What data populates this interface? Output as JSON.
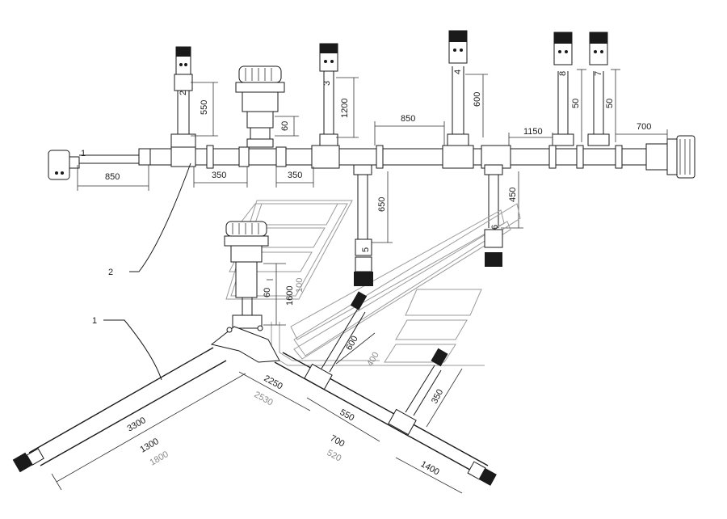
{
  "callouts": {
    "c1": "1",
    "c2": "2",
    "c3": "3",
    "c4": "4",
    "c5": "5",
    "c6": "6",
    "c7": "7",
    "c8": "8"
  },
  "top_dims": {
    "d850_left": "850",
    "d350_a": "350",
    "d350_b": "350",
    "d550": "550",
    "d60_top": "60",
    "d1200": "1200",
    "d850_mid": "850",
    "d600_top": "600",
    "d1150": "1150",
    "d50_a": "50",
    "d50_b": "50",
    "d700_right": "700",
    "d650": "650",
    "d450": "450"
  },
  "bottom_dims": {
    "d60_low": "60",
    "d1600": "1600",
    "d100_grey": "100",
    "d600_low": "600",
    "d400_grey": "400",
    "d2250": "2250",
    "d2530_grey": "2530",
    "d3300": "3300",
    "d1300": "1300",
    "d1800_grey": "1800",
    "d550": "550",
    "d700": "700",
    "d520_grey": "520",
    "d350": "350",
    "d1400": "1400"
  }
}
